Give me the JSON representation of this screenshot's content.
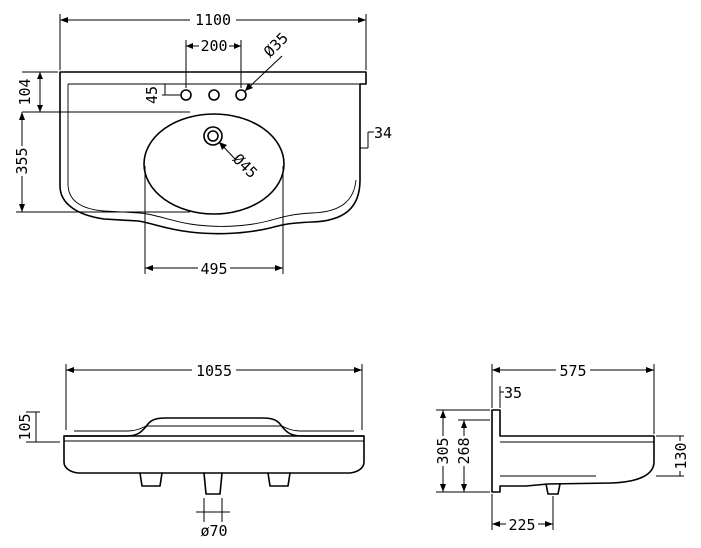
{
  "dimensions": {
    "top_width": "1100",
    "tap_spacing": "200",
    "tap_hole_diameter": "Ø35",
    "tap_hole_offset": "45",
    "top_height": "104",
    "bowl_depth": "355",
    "wall_thickness": "34",
    "waste_diameter": "Ø45",
    "bowl_width": "495",
    "front_width": "1055",
    "front_height": "105",
    "waste_outlet": "ø70",
    "side_depth": "575",
    "side_top": "35",
    "side_height_total": "305",
    "side_height_inner": "268",
    "side_front_height": "130",
    "side_waste_offset": "225"
  },
  "colors": {
    "line": "#000000",
    "background": "#ffffff"
  }
}
